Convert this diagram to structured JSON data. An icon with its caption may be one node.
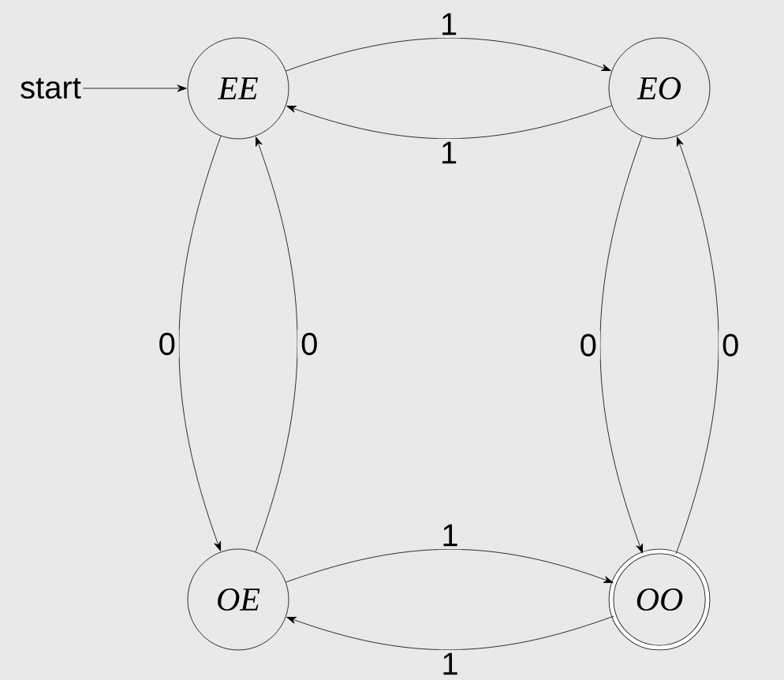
{
  "diagram": {
    "nodes": [
      {
        "text": [
          "start"
        ]
      },
      {
        "text": [
          "EE"
        ]
      },
      {
        "text": [
          "EO"
        ]
      },
      {
        "text": [
          "OE"
        ]
      },
      {
        "text": [
          "OO"
        ]
      }
    ],
    "edges": [
      {
        "from": 0,
        "to": 1,
        "arrow": "to"
      },
      {
        "from": 1,
        "to": 2,
        "arrow": "to",
        "label": "1"
      },
      {
        "from": 2,
        "to": 1,
        "arrow": "to",
        "label": "1"
      },
      {
        "from": 1,
        "to": 3,
        "arrow": "to",
        "label": "0"
      },
      {
        "from": 3,
        "to": 1,
        "arrow": "to",
        "label": "0"
      },
      {
        "from": 2,
        "to": 4,
        "arrow": "to",
        "label": "0"
      },
      {
        "from": 4,
        "to": 2,
        "arrow": "to",
        "label": "0"
      },
      {
        "from": 3,
        "to": 4,
        "arrow": "to",
        "label": "1"
      },
      {
        "from": 4,
        "to": 3,
        "arrow": "to",
        "label": "1"
      }
    ]
  }
}
